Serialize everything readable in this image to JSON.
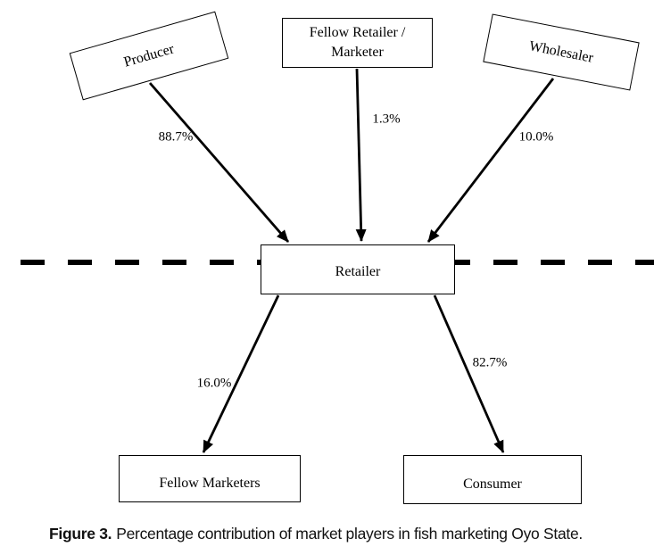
{
  "diagram": {
    "nodes": {
      "producer": {
        "label": "Producer"
      },
      "fellow_retailer": {
        "label_line1": "Fellow Retailer /",
        "label_line2": "Marketer"
      },
      "wholesaler": {
        "label": "Wholesaler"
      },
      "retailer": {
        "label": "Retailer"
      },
      "fellow_marketers": {
        "label": "Fellow Marketers"
      },
      "consumer": {
        "label": "Consumer"
      }
    },
    "edges": {
      "producer_to_retailer": {
        "from": "Producer",
        "to": "Retailer",
        "label": "88.7%"
      },
      "fellow_retailer_to_retailer": {
        "from": "Fellow Retailer / Marketer",
        "to": "Retailer",
        "label": "1.3%"
      },
      "wholesaler_to_retailer": {
        "from": "Wholesaler",
        "to": "Retailer",
        "label": "10.0%"
      },
      "retailer_to_fellow_marketers": {
        "from": "Retailer",
        "to": "Fellow Marketers",
        "label": "16.0%"
      },
      "retailer_to_consumer": {
        "from": "Retailer",
        "to": "Consumer",
        "label": "82.7%"
      }
    },
    "colors": {
      "line": "#000000",
      "box_border": "#000000",
      "box_fill": "#ffffff",
      "background": "#ffffff"
    }
  },
  "caption": {
    "figure_label": "Figure 3.",
    "text": "Percentage contribution of market players in fish marketing Oyo State."
  }
}
